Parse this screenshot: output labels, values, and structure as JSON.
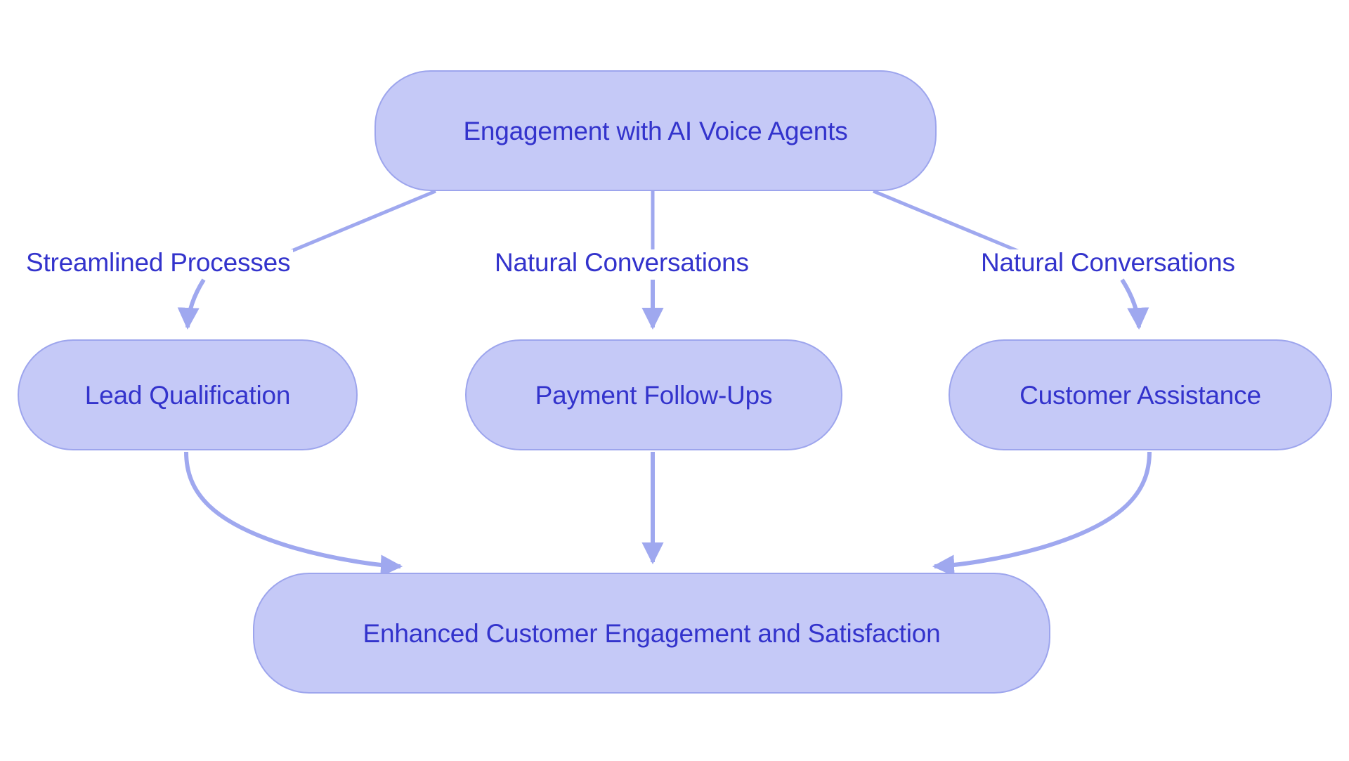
{
  "diagram": {
    "title": "Engagement with AI Voice Agents flow",
    "colors": {
      "node_fill": "#c5c9f7",
      "node_stroke": "#9da5ed",
      "text": "#3333cc",
      "edge": "#9fa8ef",
      "background": "#ffffff"
    },
    "nodes": {
      "root": {
        "label": "Engagement with AI Voice Agents"
      },
      "lead": {
        "label": "Lead Qualification"
      },
      "payment": {
        "label": "Payment Follow-Ups"
      },
      "assistance": {
        "label": "Customer Assistance"
      },
      "outcome": {
        "label": "Enhanced Customer Engagement and Satisfaction"
      }
    },
    "edge_labels": {
      "left": "Streamlined Processes",
      "middle": "Natural Conversations",
      "right": "Natural Conversations"
    },
    "edges": [
      {
        "from": "root",
        "to": "lead",
        "label": "Streamlined Processes"
      },
      {
        "from": "root",
        "to": "payment",
        "label": "Natural Conversations"
      },
      {
        "from": "root",
        "to": "assistance",
        "label": "Natural Conversations"
      },
      {
        "from": "lead",
        "to": "outcome",
        "label": ""
      },
      {
        "from": "payment",
        "to": "outcome",
        "label": ""
      },
      {
        "from": "assistance",
        "to": "outcome",
        "label": ""
      }
    ]
  }
}
